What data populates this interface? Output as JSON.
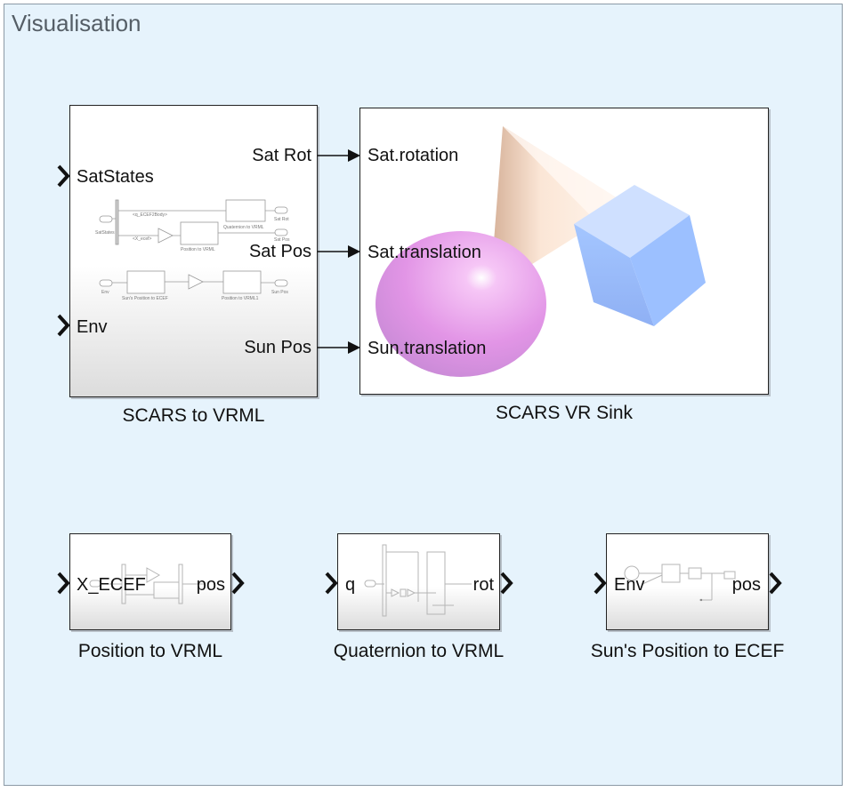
{
  "area": {
    "title": "Visualisation"
  },
  "scars_to_vrml": {
    "name": "SCARS to VRML",
    "inputs": [
      "SatStates",
      "Env"
    ],
    "outputs": [
      "Sat Rot",
      "Sat Pos",
      "Sun Pos"
    ],
    "preview": {
      "in1": "SatStates",
      "in2": "Env",
      "sel1": "<q_ECEF2Body>",
      "sel2": "<X_ecef>",
      "b1": "Quaternion to VRML",
      "b2": "Position to VRML",
      "b3": "Sun's Position to ECEF",
      "b4": "Position to VRML1",
      "o1": "Sat Rot",
      "o2": "Sat Pos",
      "o3": "Sun Pos"
    }
  },
  "vr_sink": {
    "name": "SCARS VR Sink",
    "inputs": [
      "Sat.rotation",
      "Sat.translation",
      "Sun.translation"
    ]
  },
  "position_to_vrml": {
    "name": "Position to VRML",
    "input": "X_ECEF",
    "output": "pos"
  },
  "quaternion_to_vrml": {
    "name": "Quaternion to VRML",
    "input": "q",
    "output": "rot"
  },
  "sun_position": {
    "name": "Sun's Position to ECEF",
    "input": "Env",
    "output": "pos"
  },
  "colors": {
    "area_bg": "#e6f3fc",
    "area_border": "#8c9aa6",
    "title": "#555e66",
    "sphere": "#e89ae8",
    "cube": "#9cc4ff",
    "cone": "#f2d7c2"
  }
}
